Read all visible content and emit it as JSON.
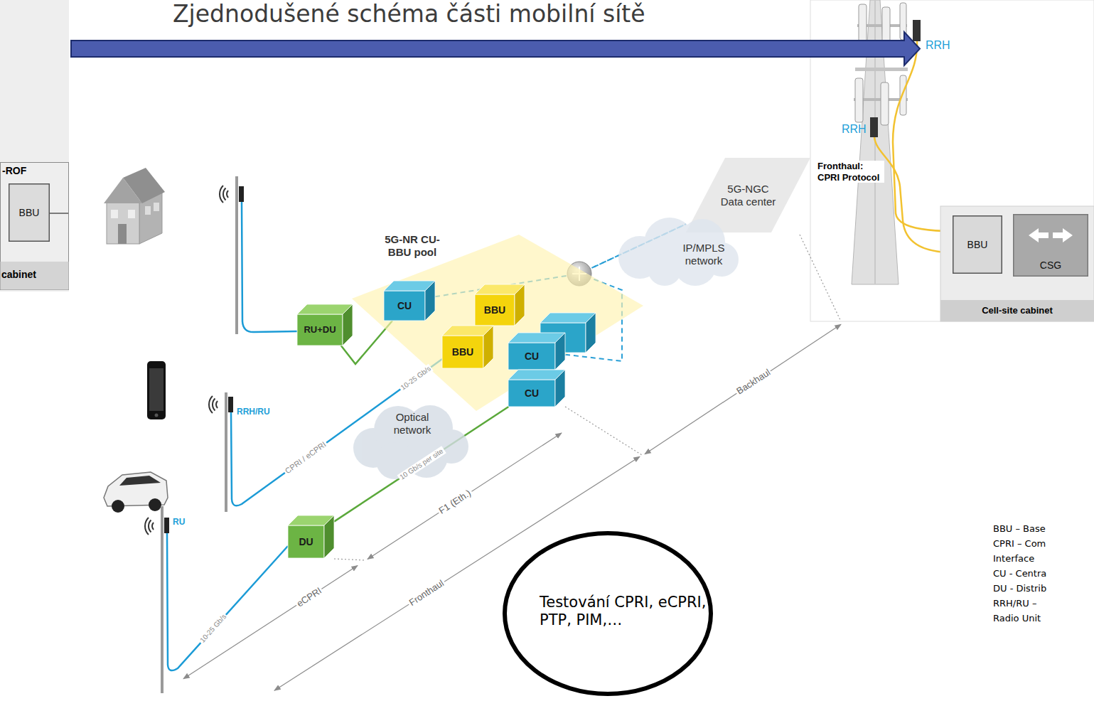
{
  "diagram": {
    "title": "Zjednodušené schéma části mobilní sítě",
    "nodes": [
      {
        "text": [
          "-ROF",
          "cabinet"
        ]
      },
      {
        "text": [
          "BBU"
        ],
        "in": 0
      },
      {
        "text": [
          "Cell-site cabinet"
        ]
      },
      {
        "text": [
          "BBU"
        ],
        "in": 2
      },
      {
        "text": [
          "CSG"
        ],
        "in": 2
      },
      {
        "text": [
          "5G-NGC Data center"
        ]
      },
      {
        "text": [
          "IP/MPLS network"
        ]
      },
      {
        "text": [
          "5G-NR CU-BBU pool"
        ]
      },
      {
        "text": [
          "RU+DU"
        ]
      },
      {
        "text": [
          "CU"
        ],
        "in": 7
      },
      {
        "text": [
          "BBU"
        ],
        "in": 7
      },
      {
        "text": [
          "BBU"
        ],
        "in": 7
      },
      {
        "text": [
          "CU"
        ],
        "in": 7
      },
      {
        "text": [
          "CU"
        ],
        "in": 7
      },
      {
        "text": [
          "Optical network"
        ]
      },
      {
        "text": [
          "DU"
        ]
      },
      {
        "text": [
          "Testování CPRI, eCPRI, PTP, PIM,…"
        ]
      }
    ],
    "edges": [
      {
        "from": 8,
        "to": 9,
        "arrow": "none"
      },
      {
        "from": 9,
        "to": 5,
        "arrow": "none"
      },
      {
        "from": 12,
        "to": 5,
        "arrow": "none"
      },
      {
        "from": 15,
        "to": 13,
        "label": "10 Gb/s per site",
        "arrow": "none"
      },
      {
        "from": 3,
        "to": 4,
        "arrow": "none"
      }
    ],
    "labels": [
      "RRH",
      "RRH",
      "Fronthaul: CPRI Protocol",
      "RRH/RU",
      "RU",
      "10-25 Gb/s",
      "CPRI / eCPRI",
      "10-25 Gb/s",
      "eCPRI",
      "F1 (Eth.)",
      "Fronthaul",
      "Backhaul",
      "BBU – Base",
      "CPRI – Com",
      "Interface",
      "CU - Centra",
      "DU - Distrib",
      "RRH/RU –",
      "Radio Unit"
    ]
  }
}
